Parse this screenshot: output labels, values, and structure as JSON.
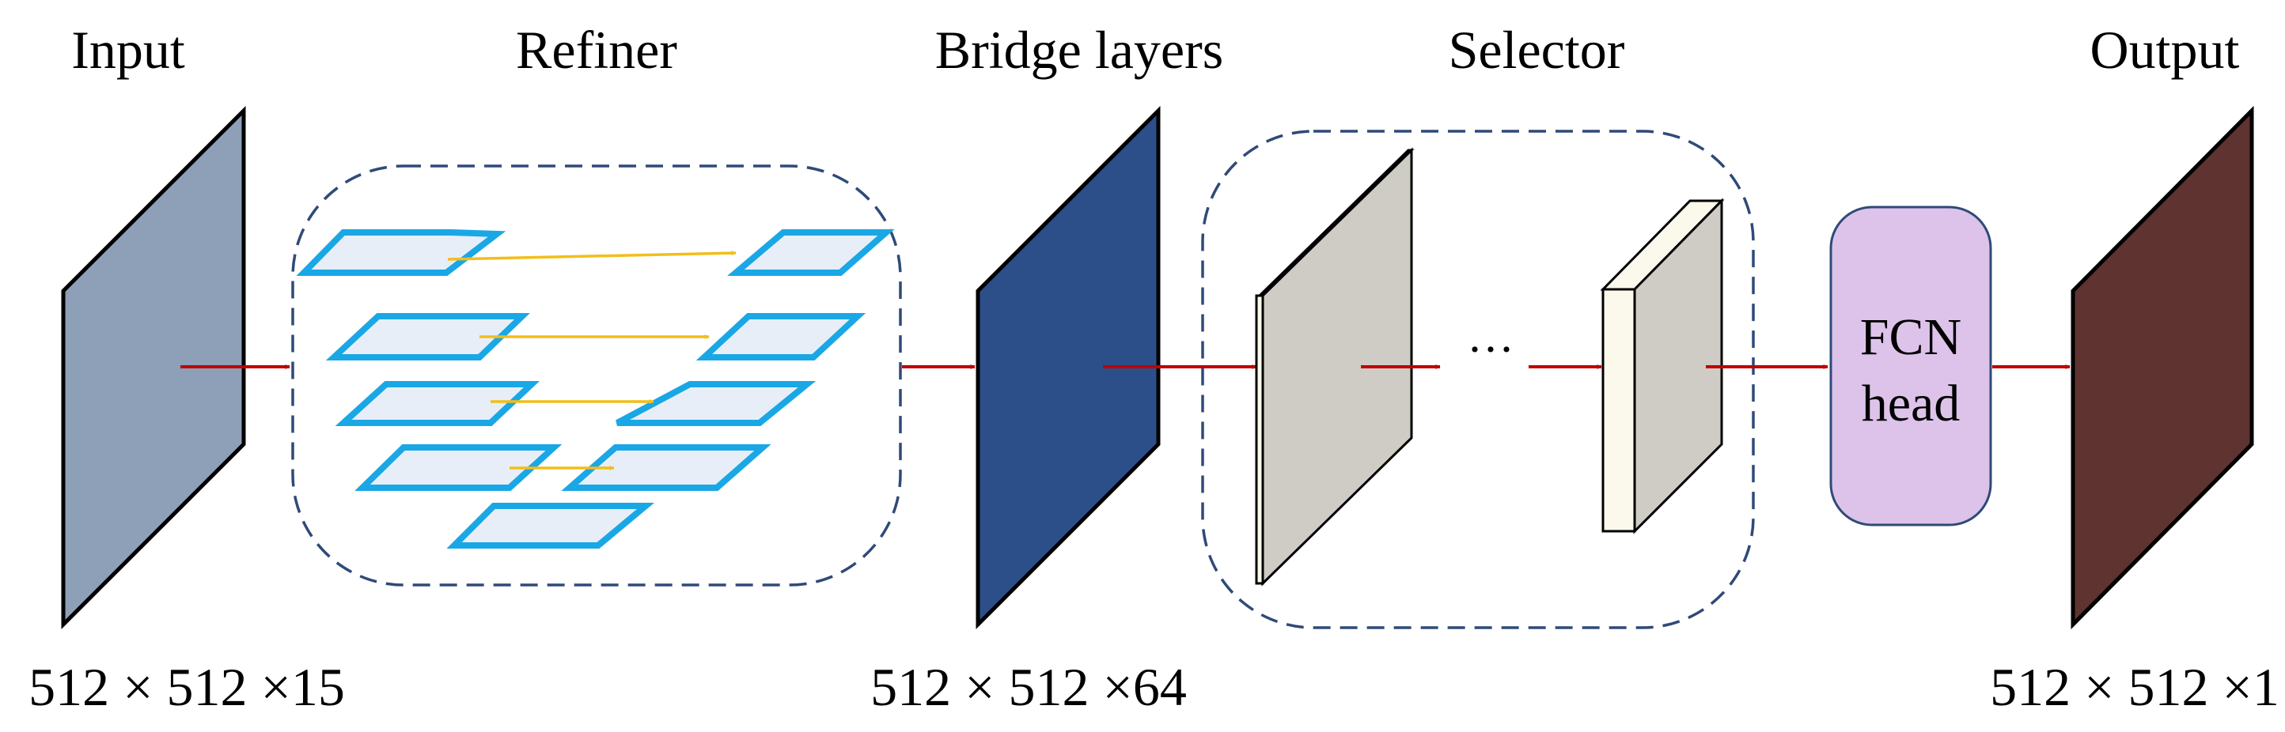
{
  "stages": {
    "input": {
      "title": "Input",
      "color": "#8E9FB8"
    },
    "refiner": {
      "title": "Refiner"
    },
    "bridge": {
      "title": "Bridge layers",
      "color": "#2C4F8A"
    },
    "selector": {
      "title": "Selector",
      "ellipsis": "···"
    },
    "output": {
      "title": "Output",
      "color": "#5E3330"
    }
  },
  "fcn_head": {
    "line1": "FCN",
    "line2": "head",
    "color": "#DDC3E9"
  },
  "dimensions": {
    "input": "512 × 512 ×15",
    "bridge": "512 × 512 ×64",
    "output": "512 × 512 ×1"
  },
  "colors": {
    "arrow": "#C00000",
    "skip_arrow": "#F2BE1A",
    "refiner_plane_border": "#1AA7E5",
    "refiner_plane_fill": "#E7EEF8",
    "dashed_border": "#2F4A78",
    "selector_block": "#CFCCC5",
    "selector_block_light": "#FBF8EC"
  }
}
